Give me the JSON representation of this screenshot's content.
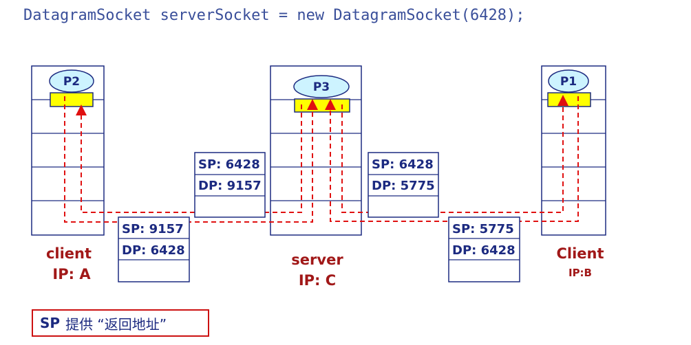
{
  "code": "DatagramSocket serverSocket = new DatagramSocket(6428);",
  "processes": {
    "left": "P2",
    "center": "P3",
    "right": "P1"
  },
  "hosts": {
    "left": {
      "name": "client",
      "ip": "IP: A"
    },
    "center": {
      "name": "server",
      "ip": "IP: C"
    },
    "right": {
      "name": "Client",
      "ip": "IP:B"
    }
  },
  "segments": {
    "left_upper": {
      "sp": "SP: 6428",
      "dp": "DP: 9157"
    },
    "left_lower": {
      "sp": "SP: 9157",
      "dp": "DP: 6428"
    },
    "right_upper": {
      "sp": "SP: 6428",
      "dp": "DP: 5775"
    },
    "right_lower": {
      "sp": "SP: 5775",
      "dp": "DP: 6428"
    }
  },
  "note": {
    "sp": "SP",
    "text": "提供 “返回地址”"
  },
  "colors": {
    "text_blue": "#1c2a80",
    "label_red": "#a11818",
    "arrow_red": "#e01010",
    "socket_yellow": "#ffff00",
    "process_fill": "#cdf3ff"
  }
}
